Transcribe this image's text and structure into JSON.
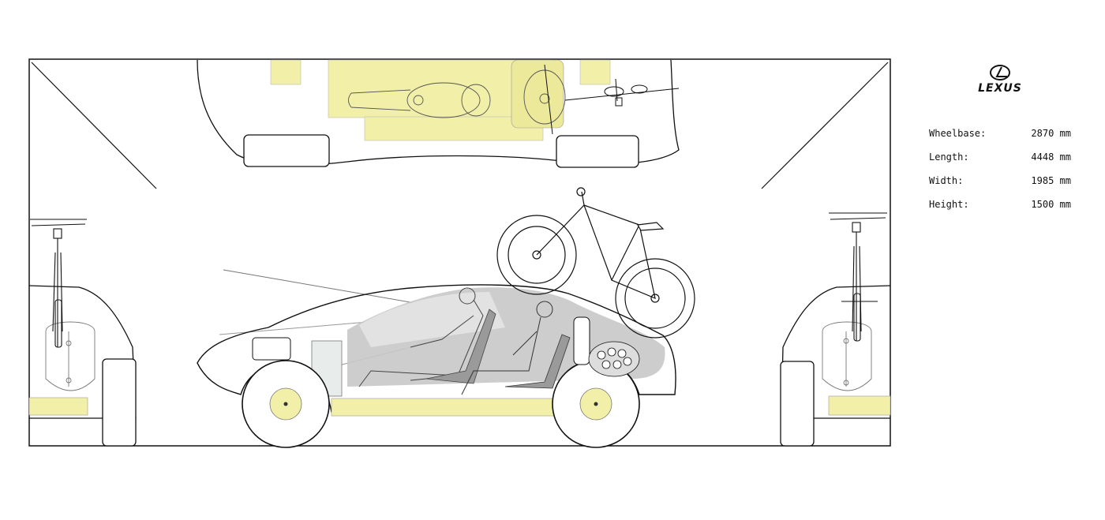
{
  "brand": {
    "name": "LEXUS",
    "logo_icon": "lexus-emblem-icon"
  },
  "specs": [
    {
      "label": "Wheelbase:",
      "value": "2870 mm"
    },
    {
      "label": "Length:",
      "value": "4448 mm"
    },
    {
      "label": "Width:",
      "value": "1985 mm"
    },
    {
      "label": "Height:",
      "value": "1500 mm"
    }
  ],
  "colors": {
    "highlight_yellow": "#f2f0a8",
    "body_grey": "#c8c8c8",
    "line": "#111111",
    "glass_grey": "#e2e2e2"
  }
}
